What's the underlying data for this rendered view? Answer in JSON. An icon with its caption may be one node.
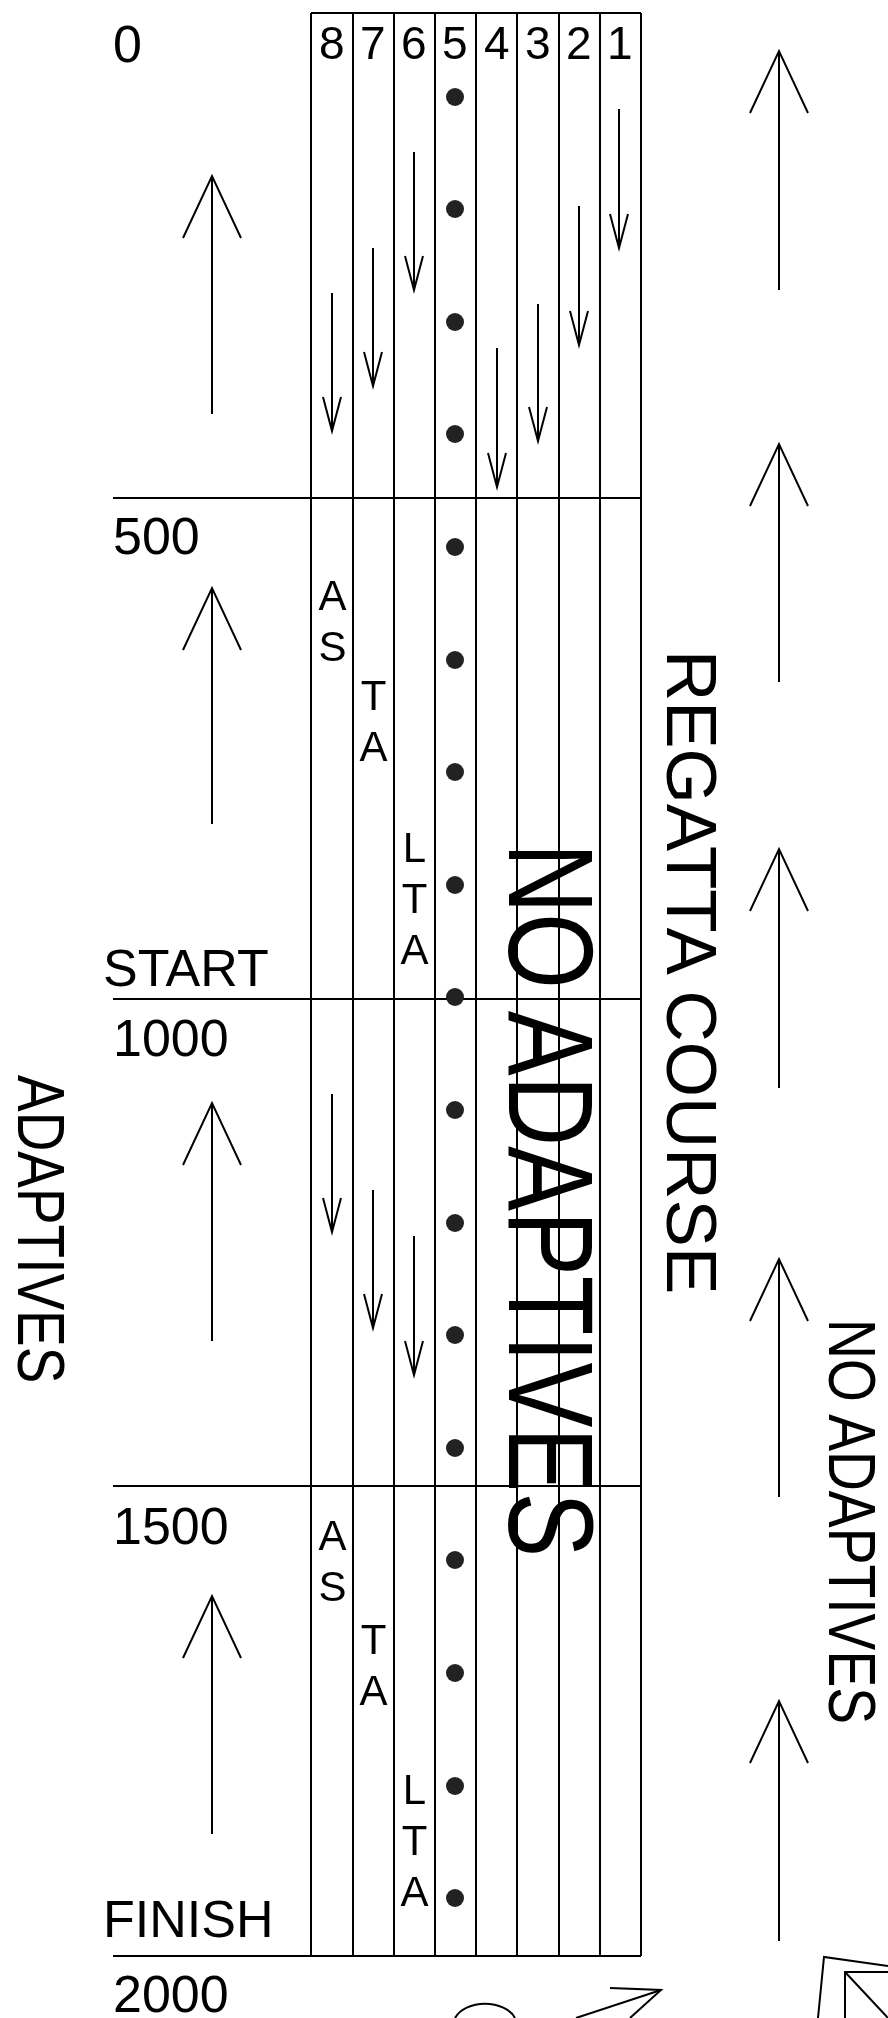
{
  "diagram": {
    "labels": [
      "0",
      "8",
      "7",
      "6",
      "5",
      "4",
      "3",
      "2",
      "1",
      "500",
      "AS",
      "TA",
      "NO ADAPTIVES",
      "REGATTA COURSE",
      "LTA",
      "START",
      "1000",
      "ADAPTIVES",
      "1500",
      "AS",
      "TA",
      "NO ADAPTIVES",
      "LTA",
      "FINISH",
      "2000"
    ]
  }
}
